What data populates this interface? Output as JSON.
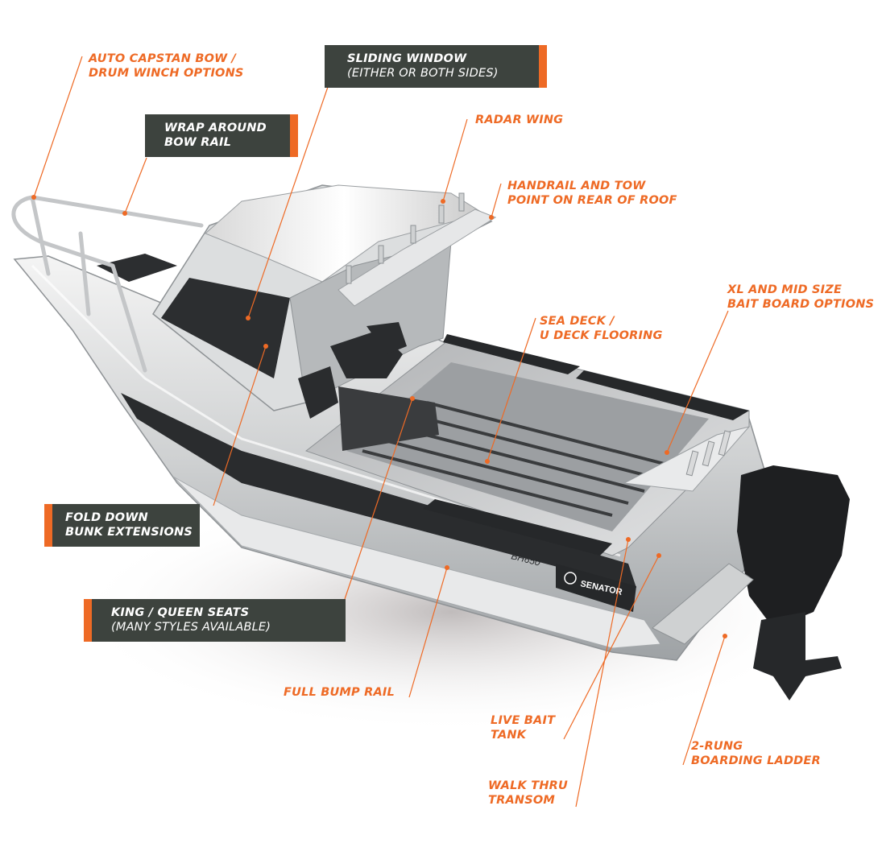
{
  "colors": {
    "accent": "#ee6a25",
    "box_bg": "#3d433e",
    "box_text": "#ffffff"
  },
  "brand": {
    "model": "BH650",
    "name": "SENATOR"
  },
  "callouts": {
    "auto_capstan": {
      "line1": "AUTO CAPSTAN BOW /",
      "line2": "DRUM WINCH OPTIONS"
    },
    "sliding_window": {
      "line1": "SLIDING WINDOW",
      "line2": "(EITHER OR BOTH SIDES)"
    },
    "wrap_around": {
      "line1": "WRAP AROUND",
      "line2": "BOW RAIL"
    },
    "radar_wing": {
      "line1": "RADAR WING"
    },
    "handrail": {
      "line1": "HANDRAIL AND TOW",
      "line2": "POINT ON REAR OF ROOF"
    },
    "xl_bait": {
      "line1": "XL AND MID SIZE",
      "line2": "BAIT BOARD OPTIONS"
    },
    "sea_deck": {
      "line1": "SEA DECK /",
      "line2": "U DECK FLOORING"
    },
    "fold_down": {
      "line1": "FOLD DOWN",
      "line2": "BUNK EXTENSIONS"
    },
    "king_queen": {
      "line1": "KING / QUEEN SEATS",
      "line2": "(MANY STYLES AVAILABLE)"
    },
    "full_bump": {
      "line1": "FULL BUMP RAIL"
    },
    "live_bait": {
      "line1": "LIVE BAIT",
      "line2": "TANK"
    },
    "boarding_ladder": {
      "line1": "2-RUNG",
      "line2": "BOARDING LADDER"
    },
    "walk_thru": {
      "line1": "WALK THRU",
      "line2": "TRANSOM"
    }
  }
}
